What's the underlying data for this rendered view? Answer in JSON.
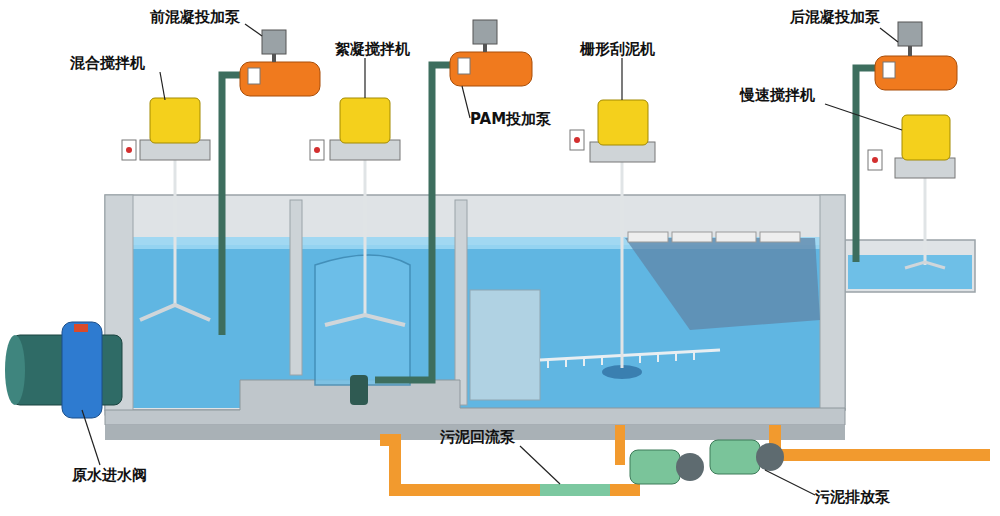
{
  "diagram": {
    "labels": [
      "前混凝投加泵",
      "混合搅拌机",
      "絮凝搅拌机",
      "PAM投加泵",
      "栅形刮泥机",
      "后混凝投加泵",
      "慢速搅拌机",
      "原水进水阀",
      "污泥回流泵",
      "污泥排放泵"
    ]
  }
}
